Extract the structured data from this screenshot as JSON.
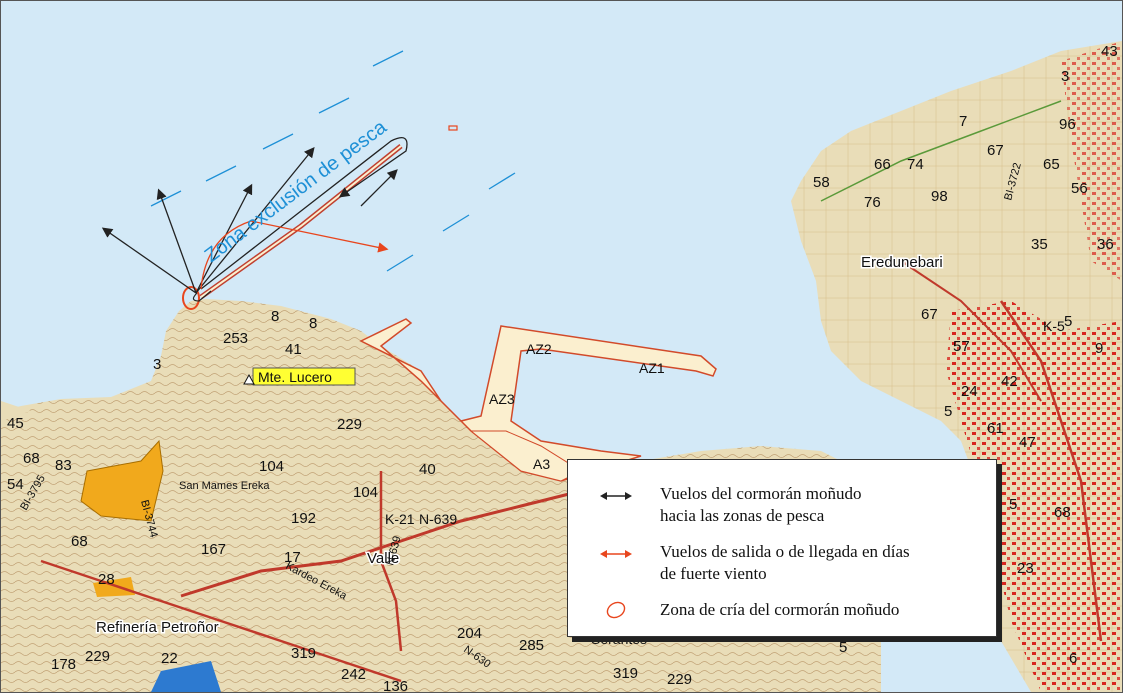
{
  "map": {
    "zone_label": "Zona exclusión de pesca",
    "summit_label": "Mte. Lucero",
    "place_names": {
      "eredunebari": "Eredunebari",
      "san_mames": "San Mames Ereka",
      "valle": "Valle",
      "refineria": "Refinería Petroñor",
      "serantes": "Serantes",
      "kardeo": "Kardeo Ereka"
    },
    "port_areas": [
      "AZ2",
      "AZ1",
      "AZ3",
      "A3"
    ],
    "roads": [
      "N-639",
      "K-21",
      "BI-3722",
      "BI-3795",
      "N-639",
      "K-5",
      "N-630",
      "BI-3744"
    ],
    "elevations": [
      "253",
      "41",
      "8",
      "8",
      "3",
      "229",
      "104",
      "40",
      "104",
      "192",
      "167",
      "17",
      "204",
      "285",
      "319",
      "242",
      "136",
      "178",
      "229",
      "22",
      "319",
      "229",
      "45",
      "68",
      "83",
      "54",
      "68",
      "28",
      "66",
      "74",
      "76",
      "98",
      "67",
      "65",
      "56",
      "96",
      "43",
      "3",
      "7",
      "58",
      "35",
      "36",
      "67",
      "5",
      "57",
      "42",
      "24",
      "61",
      "47",
      "5",
      "68",
      "23",
      "5",
      "6",
      "9",
      "5"
    ]
  },
  "legend": {
    "items": [
      {
        "label_line1": "Vuelos del cormorán moñudo",
        "label_line2": "hacia las zonas de pesca",
        "symbol": "black-double-arrow",
        "color": "#222222"
      },
      {
        "label_line1": "Vuelos de salida o de llegada en días",
        "label_line2": "de fuerte viento",
        "symbol": "orange-double-arrow",
        "color": "#e8461e"
      },
      {
        "label_line1": "Zona de cría del cormorán moñudo",
        "label_line2": "",
        "symbol": "orange-ellipse",
        "color": "#e8461e"
      }
    ]
  },
  "colors": {
    "sea": "#d3e9f7",
    "terrain": "#e9ddb8",
    "contour": "#b08a5a",
    "port": "#fbefcf",
    "urban": "#d8261f",
    "refinery_pond": "#f1a91c",
    "flight_black": "#222222",
    "flight_orange": "#e8461e",
    "zone_text": "#1e90d6"
  }
}
